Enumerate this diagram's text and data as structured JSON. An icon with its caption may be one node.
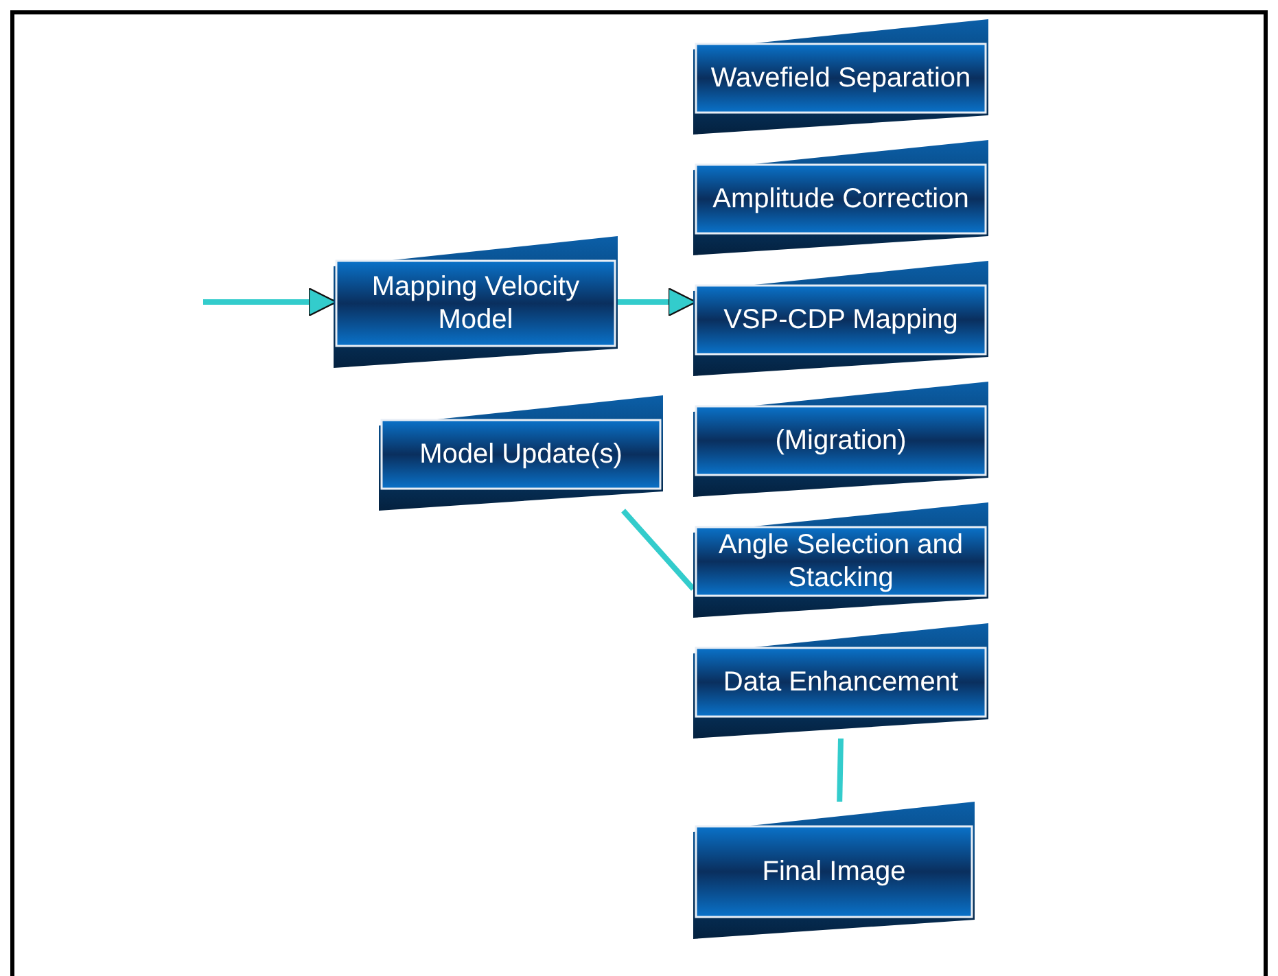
{
  "diagram": {
    "nodes": [
      {
        "text": [
          "Mapping Velocity Model"
        ]
      },
      {
        "text": [
          "Model Update(s)"
        ]
      },
      {
        "text": [
          "Wavefield Separation"
        ]
      },
      {
        "text": [
          "Amplitude Correction"
        ]
      },
      {
        "text": [
          "VSP-CDP Mapping"
        ]
      },
      {
        "text": [
          "(Migration)"
        ]
      },
      {
        "text": [
          "Angle Selection and Stacking"
        ]
      },
      {
        "text": [
          "Data Enhancement"
        ]
      },
      {
        "text": [
          "Final Image"
        ]
      }
    ],
    "edges": [
      {
        "from": null,
        "to": 0,
        "arrow": "to"
      },
      {
        "from": 0,
        "to": 4,
        "arrow": "to"
      },
      {
        "from": 1,
        "to": 6,
        "arrow": "none"
      },
      {
        "from": 7,
        "to": 8,
        "arrow": "none"
      }
    ]
  }
}
